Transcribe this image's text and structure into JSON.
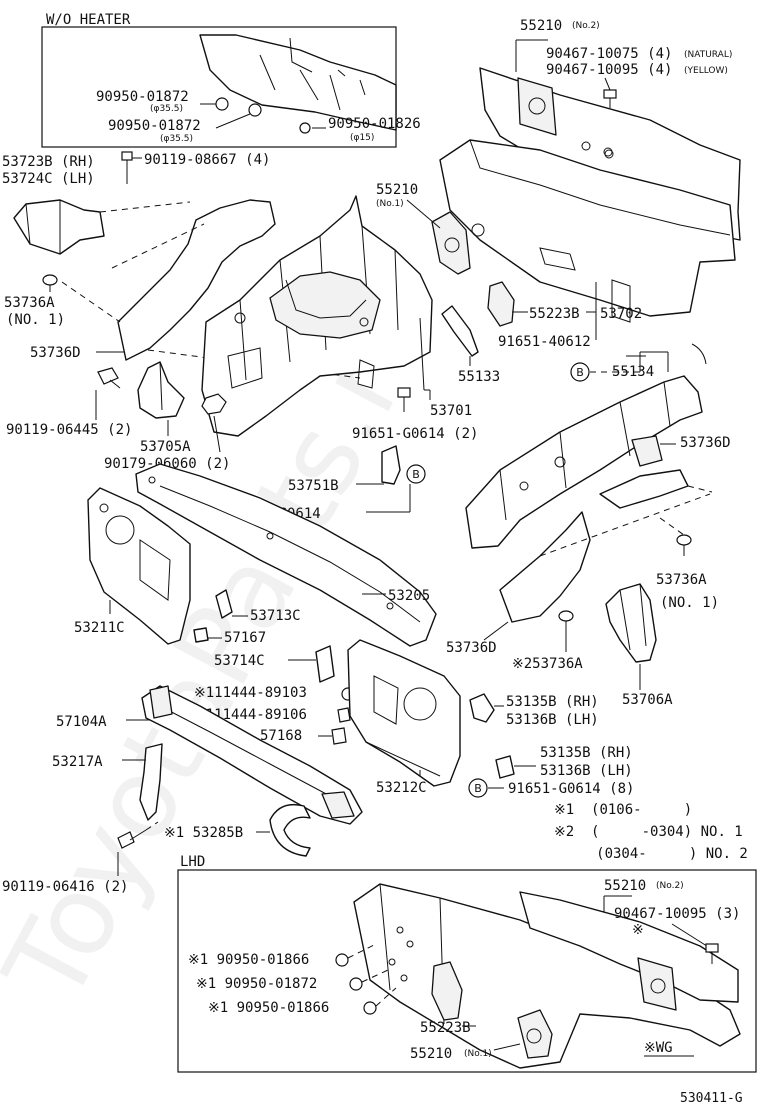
{
  "sections": {
    "wo_heater": "W/O HEATER",
    "lhd": "LHD",
    "wg": "※WG"
  },
  "parts": {
    "p55210_no2": "55210",
    "p55210_no2_sub": "(No.2)",
    "p90467_10075": "90467-10075 (4)",
    "p90467_10075_sub": "(NATURAL)",
    "p90467_10095": "90467-10095 (4)",
    "p90467_10095_sub": "(YELLOW)",
    "p90950_01872a": "90950-01872",
    "p90950_01872a_sub": "(φ35.5)",
    "p90950_01872b": "90950-01872",
    "p90950_01872b_sub": "(φ35.5)",
    "p90950_01826": "90950-01826",
    "p90950_01826_sub": "(φ15)",
    "p53723b": "53723B (RH)",
    "p53724c": "53724C (LH)",
    "p90119_08667": "90119-08667 (4)",
    "p55210_no1": "55210",
    "p55210_no1_sub": "(No.1)",
    "p53736a_l": "53736A",
    "p53736a_l_sub": "(NO. 1)",
    "p53736d_l": "53736D",
    "p55223b": "55223B",
    "p91651_40612": "91651-40612",
    "p53702": "53702",
    "p55133": "55133",
    "p55134": "55134",
    "p90119_06445": "90119-06445 (2)",
    "p53705a": "53705A",
    "p90179_06060": "90179-06060 (2)",
    "p53701": "53701",
    "p91651_g0614_2": "91651-G0614 (2)",
    "p53736d_r": "53736D",
    "p53751b": "53751B",
    "p91651_g0614": "91651-G0614",
    "p53736a_r": "53736A",
    "p53736a_r_sub": "(NO. 1)",
    "p53205": "53205",
    "p53713c": "53713C",
    "p53211c": "53211C",
    "p57167": "57167",
    "p53736d_m": "53736D",
    "p53714c": "53714C",
    "p2_53736a": "※253736A",
    "p111444_89103": "※111444-89103",
    "p111444_89106": "※111444-89106",
    "p53135b_a": "53135B (RH)",
    "p53136b_a": "53136B (LH)",
    "p53706a": "53706A",
    "p57104a": "57104A",
    "p57168": "57168",
    "p53217a": "53217A",
    "p53135b_b": "53135B (RH)",
    "p53136b_b": "53136B (LH)",
    "p53212c": "53212C",
    "p91651_g0614_8": "91651-G0614 (8)",
    "p53285b": "※1 53285B",
    "p90119_06416": "90119-06416 (2)",
    "lhd_55210_no2": "55210",
    "lhd_55210_no2_sub": "(No.2)",
    "lhd_90467_10095": "90467-10095 (3)",
    "lhd_90467_mark": "※",
    "lhd_90950_01866a": "※1 90950-01866",
    "lhd_90950_01872": "※1 90950-01872",
    "lhd_90950_01866b": "※1 90950-01866",
    "lhd_55223b": "55223B",
    "lhd_55210_no1": "55210",
    "lhd_55210_no1_sub": "(No.1)"
  },
  "refs": {
    "b": "B"
  },
  "notes": {
    "n1": "※1  (0106-     )",
    "n2": "※2  (     -0304) NO. 1",
    "n3": "     (0304-     ) NO. 2"
  },
  "watermark": "ToyotaParts.ru",
  "figure_code": "530411-G"
}
